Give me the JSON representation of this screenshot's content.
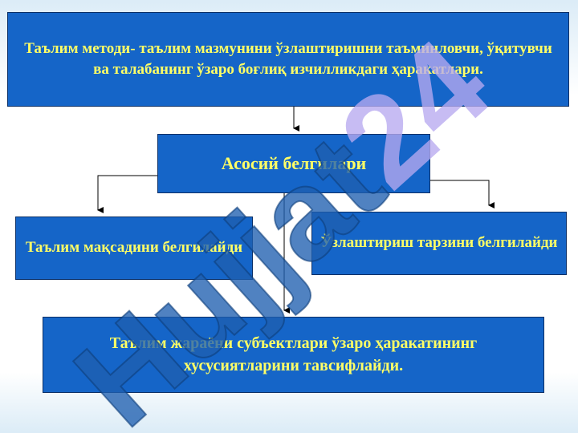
{
  "boxes": {
    "top": "Таълим методи- таълим мазмунини ўзлаштиришни таъминловчи,  ўқитувчи ва талабанинг ўзаро боғлиқ изчилликдаги ҳаракатлари.",
    "center": "Асосий белгилари",
    "left": "Таълим мақсадини белгилайди",
    "right": "Ўзлаштириш тарзини белгилайди",
    "bottom": "Таълим жараёни субъектлари ўзаро ҳаракатининг хусусиятларини тавсифлайди."
  },
  "watermark": "Hujjat24",
  "colors": {
    "box_fill": "#1565c8",
    "box_text": "#ffff66",
    "watermark_blue": "#1f5fb0",
    "watermark_violet": "#b7a9f0"
  }
}
